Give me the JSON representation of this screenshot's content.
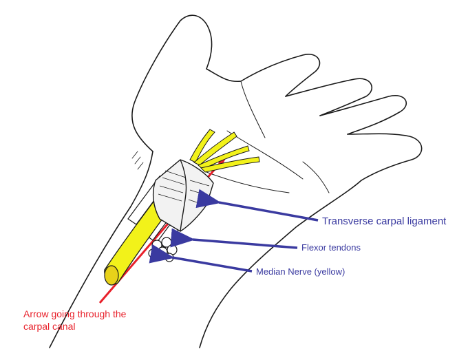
{
  "labels": {
    "ligament": "Transverse carpal ligament",
    "tendons": "Flexor tendons",
    "nerve": "Median Nerve (yellow)",
    "arrow_line1": "Arrow going through the",
    "arrow_line2": "carpal canal"
  },
  "colors": {
    "ink": "#1a1a1a",
    "nerve": "#f2f21a",
    "pointer_blue": "#3a3aa0",
    "arrow_red": "#e8202a",
    "background": "#ffffff"
  }
}
